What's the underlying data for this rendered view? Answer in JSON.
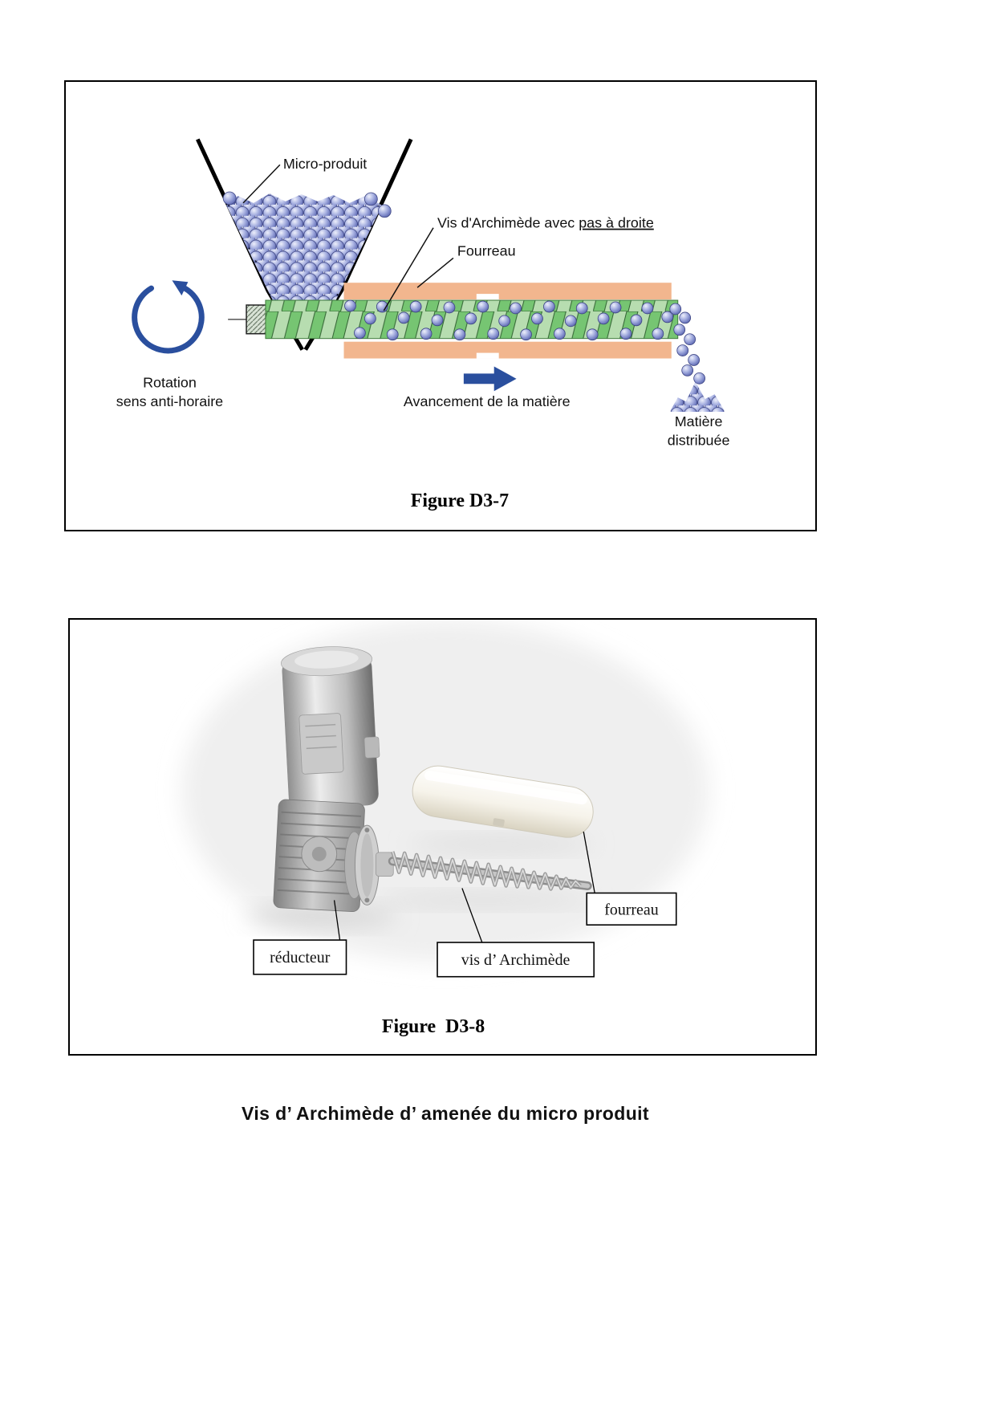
{
  "page": {
    "bottom_title": "Vis d’ Archimède d’ amenée du micro produit"
  },
  "figure_d3_7": {
    "caption": "Figure D3-7",
    "label_micro_produit": "Micro-produit",
    "label_vis_prefix": "Vis d'Archimède avec ",
    "label_vis_underlined": "pas à droite",
    "label_fourreau": "Fourreau",
    "label_rotation_1": "Rotation",
    "label_rotation_2": "sens anti-horaire",
    "label_avancement": "Avancement de la matière",
    "label_matiere_1": "Matière",
    "label_matiere_2": "distribuée"
  },
  "figure_d3_8": {
    "caption": "Figure  D3-8",
    "label_reducteur": "réducteur",
    "label_vis": "vis d’ Archimède",
    "label_fourreau": "fourreau"
  },
  "colors": {
    "granule_blue": "#707bc0",
    "screw_green": "#76c572",
    "tube_orange": "#f2b68e",
    "arrow_blue": "#2a4f9e"
  }
}
